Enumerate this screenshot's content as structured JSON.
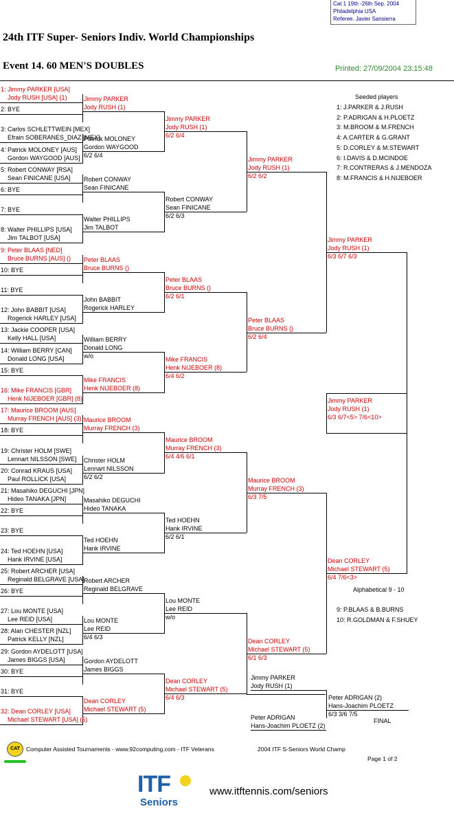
{
  "info": {
    "line1": "Cat 1    19th -26th Sep. 2004",
    "line2": "Philadelphia    USA",
    "line3": "Referee.  Javier Sansierra"
  },
  "title": "24th ITF Super- Seniors Indiv. World Championships",
  "event": "Event 14. 60 MEN'S DOUBLES",
  "printed": "Printed: 27/09/2004 23:15:48",
  "seeded": {
    "heading": "Seeded players",
    "items": [
      "1: J.PARKER & J.RUSH",
      "2: P.ADRIGAN & H.PLOETZ",
      "3: M.BROOM & M.FRENCH",
      "4: A.CARTER & G.GRANT",
      "5: D.CORLEY & M.STEWART",
      "6: I.DAVIS & D.MCINDOE",
      "7: R.CONTRERAS & J.MENDOZA",
      "8: M.FRANCIS & H.NIJEBOER"
    ]
  },
  "alphabetical": {
    "heading": "Alphabetical  9 - 10",
    "items": [
      "9: P.BLAAS & B.BURNS",
      "10: R.GOLDMAN & F.SHUEY"
    ]
  },
  "draw": [
    {
      "line1": "1: Jimmy PARKER [USA]",
      "line2": "Jody RUSH [USA] (1)",
      "red": true
    },
    {
      "line1": "2: BYE",
      "line2": "",
      "red": false
    },
    {
      "line1": "3: Carlos SCHLETTWEIN [MEX]",
      "line2": "Efrain SOBERANES_DIAZ [MEX]",
      "red": false
    },
    {
      "line1": "4: Patrick MOLONEY [AUS]",
      "line2": "Gordon WAYGOOD [AUS]",
      "red": false
    },
    {
      "line1": "5: Robert CONWAY [RSA]",
      "line2": "Sean FINICANE [USA]",
      "red": false
    },
    {
      "line1": "6: BYE",
      "line2": "",
      "red": false
    },
    {
      "line1": "7: BYE",
      "line2": "",
      "red": false
    },
    {
      "line1": "8: Walter PHILLIPS [USA]",
      "line2": "Jim TALBOT [USA]",
      "red": false
    },
    {
      "line1": "9: Peter BLAAS [NED]",
      "line2": "Bruce BURNS [AUS] ()",
      "red": true
    },
    {
      "line1": "10: BYE",
      "line2": "",
      "red": false
    },
    {
      "line1": "11: BYE",
      "line2": "",
      "red": false
    },
    {
      "line1": "12: John BABBIT [USA]",
      "line2": "Rogerick HARLEY [USA]",
      "red": false
    },
    {
      "line1": "13: Jackie COOPER [USA]",
      "line2": "Kelly HALL [USA]",
      "red": false
    },
    {
      "line1": "14: William BERRY [CAN]",
      "line2": "Donald LONG [USA]",
      "red": false
    },
    {
      "line1": "15: BYE",
      "line2": "",
      "red": false
    },
    {
      "line1": "16: Mike FRANCIS [GBR]",
      "line2": "Henk NIJEBOER [GBR] (8)",
      "red": true
    },
    {
      "line1": "17: Maurice BROOM [AUS]",
      "line2": "Murray FRENCH [AUS] (3)",
      "red": true
    },
    {
      "line1": "18: BYE",
      "line2": "",
      "red": false
    },
    {
      "line1": "19: Christer HOLM [SWE]",
      "line2": "Lennart NILSSON [SWE]",
      "red": false
    },
    {
      "line1": "20: Conrad KRAUS [USA]",
      "line2": "Paul ROLLICK [USA]",
      "red": false
    },
    {
      "line1": "21: Masahiko DEGUCHI [JPN]",
      "line2": "Hideo TANAKA [JPN]",
      "red": false
    },
    {
      "line1": "22: BYE",
      "line2": "",
      "red": false
    },
    {
      "line1": "23: BYE",
      "line2": "",
      "red": false
    },
    {
      "line1": "24: Ted HOEHN [USA]",
      "line2": "Hank IRVINE [USA]",
      "red": false
    },
    {
      "line1": "25: Robert ARCHER [USA]",
      "line2": "Reginald BELGRAVE [USA]",
      "red": false
    },
    {
      "line1": "26: BYE",
      "line2": "",
      "red": false
    },
    {
      "line1": "27: Lou MONTE [USA]",
      "line2": "Lee REID [USA]",
      "red": false
    },
    {
      "line1": "28: Alan CHESTER [NZL]",
      "line2": "Patrick KELLY [NZL]",
      "red": false
    },
    {
      "line1": "29: Gordon AYDELOTT [USA]",
      "line2": "James BIGGS [USA]",
      "red": false
    },
    {
      "line1": "30: BYE",
      "line2": "",
      "red": false
    },
    {
      "line1": "31: BYE",
      "line2": "",
      "red": false
    },
    {
      "line1": "32: Dean CORLEY [USA]",
      "line2": "Michael STEWART [USA] (5)",
      "red": true
    }
  ],
  "round1": [
    {
      "n1": "Jimmy PARKER",
      "n2": "Jody RUSH (1)",
      "score": "",
      "red": true
    },
    {
      "n1": "Patrick MOLONEY",
      "n2": "Gordon WAYGOOD",
      "score": "6/2 6/4",
      "red": false
    },
    {
      "n1": "Robert CONWAY",
      "n2": "Sean FINICANE",
      "score": "",
      "red": false
    },
    {
      "n1": "Walter PHILLIPS",
      "n2": "Jim TALBOT",
      "score": "",
      "red": false
    },
    {
      "n1": "Peter BLAAS",
      "n2": "Bruce BURNS ()",
      "score": "",
      "red": true
    },
    {
      "n1": "John BABBIT",
      "n2": "Rogerick HARLEY",
      "score": "",
      "red": false
    },
    {
      "n1": "William BERRY",
      "n2": "Donald LONG",
      "score": "w/o",
      "red": false
    },
    {
      "n1": "Mike FRANCIS",
      "n2": "Henk NIJEBOER (8)",
      "score": "",
      "red": true
    },
    {
      "n1": "Maurice BROOM",
      "n2": "Murray FRENCH (3)",
      "score": "",
      "red": true
    },
    {
      "n1": "Christer HOLM",
      "n2": "Lennart NILSSON",
      "score": "6/2 6/2",
      "red": false
    },
    {
      "n1": "Masahiko DEGUCHI",
      "n2": "Hideo TANAKA",
      "score": "",
      "red": false
    },
    {
      "n1": "Ted HOEHN",
      "n2": "Hank IRVINE",
      "score": "",
      "red": false
    },
    {
      "n1": "Robert ARCHER",
      "n2": "Reginald BELGRAVE",
      "score": "",
      "red": false
    },
    {
      "n1": "Lou MONTE",
      "n2": "Lee REID",
      "score": "6/4 6/3",
      "red": false
    },
    {
      "n1": "Gordon AYDELOTT",
      "n2": "James BIGGS",
      "score": "",
      "red": false
    },
    {
      "n1": "Dean CORLEY",
      "n2": "Michael STEWART (5)",
      "score": "",
      "red": true
    }
  ],
  "round2": [
    {
      "n1": "Jimmy PARKER",
      "n2": "Jody RUSH (1)",
      "score": "6/2 6/4",
      "red": true
    },
    {
      "n1": "Robert CONWAY",
      "n2": "Sean FINICANE",
      "score": "6/2 6/3",
      "red": false
    },
    {
      "n1": "Peter BLAAS",
      "n2": "Bruce BURNS ()",
      "score": "6/2 6/1",
      "red": true
    },
    {
      "n1": "Mike FRANCIS",
      "n2": "Henk NIJEBOER (8)",
      "score": "6/4 6/2",
      "red": true
    },
    {
      "n1": "Maurice BROOM",
      "n2": "Murray FRENCH (3)",
      "score": "6/4 4/6 6/1",
      "red": true
    },
    {
      "n1": "Ted HOEHN",
      "n2": "Hank IRVINE",
      "score": "6/2 6/1",
      "red": false
    },
    {
      "n1": "Lou MONTE",
      "n2": "Lee REID",
      "score": "w/o",
      "red": false
    },
    {
      "n1": "Dean CORLEY",
      "n2": "Michael STEWART (5)",
      "score": "6/4 6/3",
      "red": true
    }
  ],
  "round3": [
    {
      "n1": "Jimmy PARKER",
      "n2": "Jody RUSH (1)",
      "score": "6/2 6/2",
      "red": true
    },
    {
      "n1": "Peter BLAAS",
      "n2": "Bruce BURNS ()",
      "score": "6/2 6/4",
      "red": true
    },
    {
      "n1": "Maurice BROOM",
      "n2": "Murray FRENCH (3)",
      "score": "6/3 7/5",
      "red": true
    },
    {
      "n1": "Dean CORLEY",
      "n2": "Michael STEWART (5)",
      "score": "6/1 6/3",
      "red": true
    }
  ],
  "round4": [
    {
      "n1": "Jimmy PARKER",
      "n2": "Jody RUSH (1)",
      "score": "6/3 6/7 6/3",
      "red": true
    },
    {
      "n1": "Dean CORLEY",
      "n2": "Michael STEWART (5)",
      "score": "6/4 7/6<3>",
      "red": true
    }
  ],
  "round5": {
    "n1": "Jimmy PARKER",
    "n2": "Jody RUSH (1)",
    "score": "6/3 6/7<5> 7/6<10>"
  },
  "final": {
    "top_n1": "Jimmy PARKER",
    "top_n2": "Jody RUSH (1)",
    "bot_n1": "Peter ADRIGAN",
    "bot_n2": "Hans-Joachim PLOETZ (2)",
    "win_n1": "Peter ADRIGAN (2)",
    "win_n2": "Hans-Joachim PLOETZ",
    "score": "6/3 3/6 7/5",
    "label": "FINAL"
  },
  "footer": {
    "cat_logo": "CAT",
    "text1": "Computer Assisted Tournaments - www.92computing.com -  ITF Veterans",
    "text2": "2004 ITF S-Seniors World Champ",
    "page": "Page 1 of 2",
    "itf_logo": "ITF",
    "itf_sub": "Seniors",
    "url": "www.itftennis.com/seniors"
  },
  "colors": {
    "red": "#cc0000",
    "green": "#2e8b2e",
    "itf_blue": "#1f5fa8",
    "itf_yellow": "#f2d21b"
  }
}
